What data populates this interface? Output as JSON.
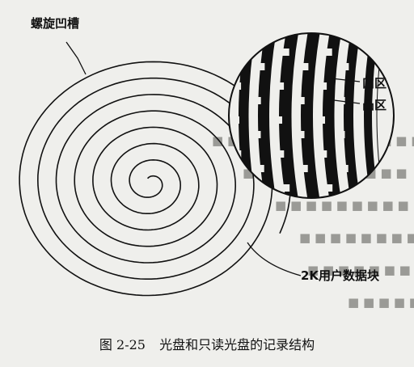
{
  "labels": {
    "spiral_groove": "螺旋凹槽",
    "pit_area": "凹区",
    "land_area": "凸区",
    "block": "2K用户数据块"
  },
  "caption": {
    "number": "图 2-25",
    "text": "光盘和只读光盘的记录结构"
  },
  "colors": {
    "paper": "#efefec",
    "ink": "#111111",
    "bleed_through": "#9a9a96"
  }
}
